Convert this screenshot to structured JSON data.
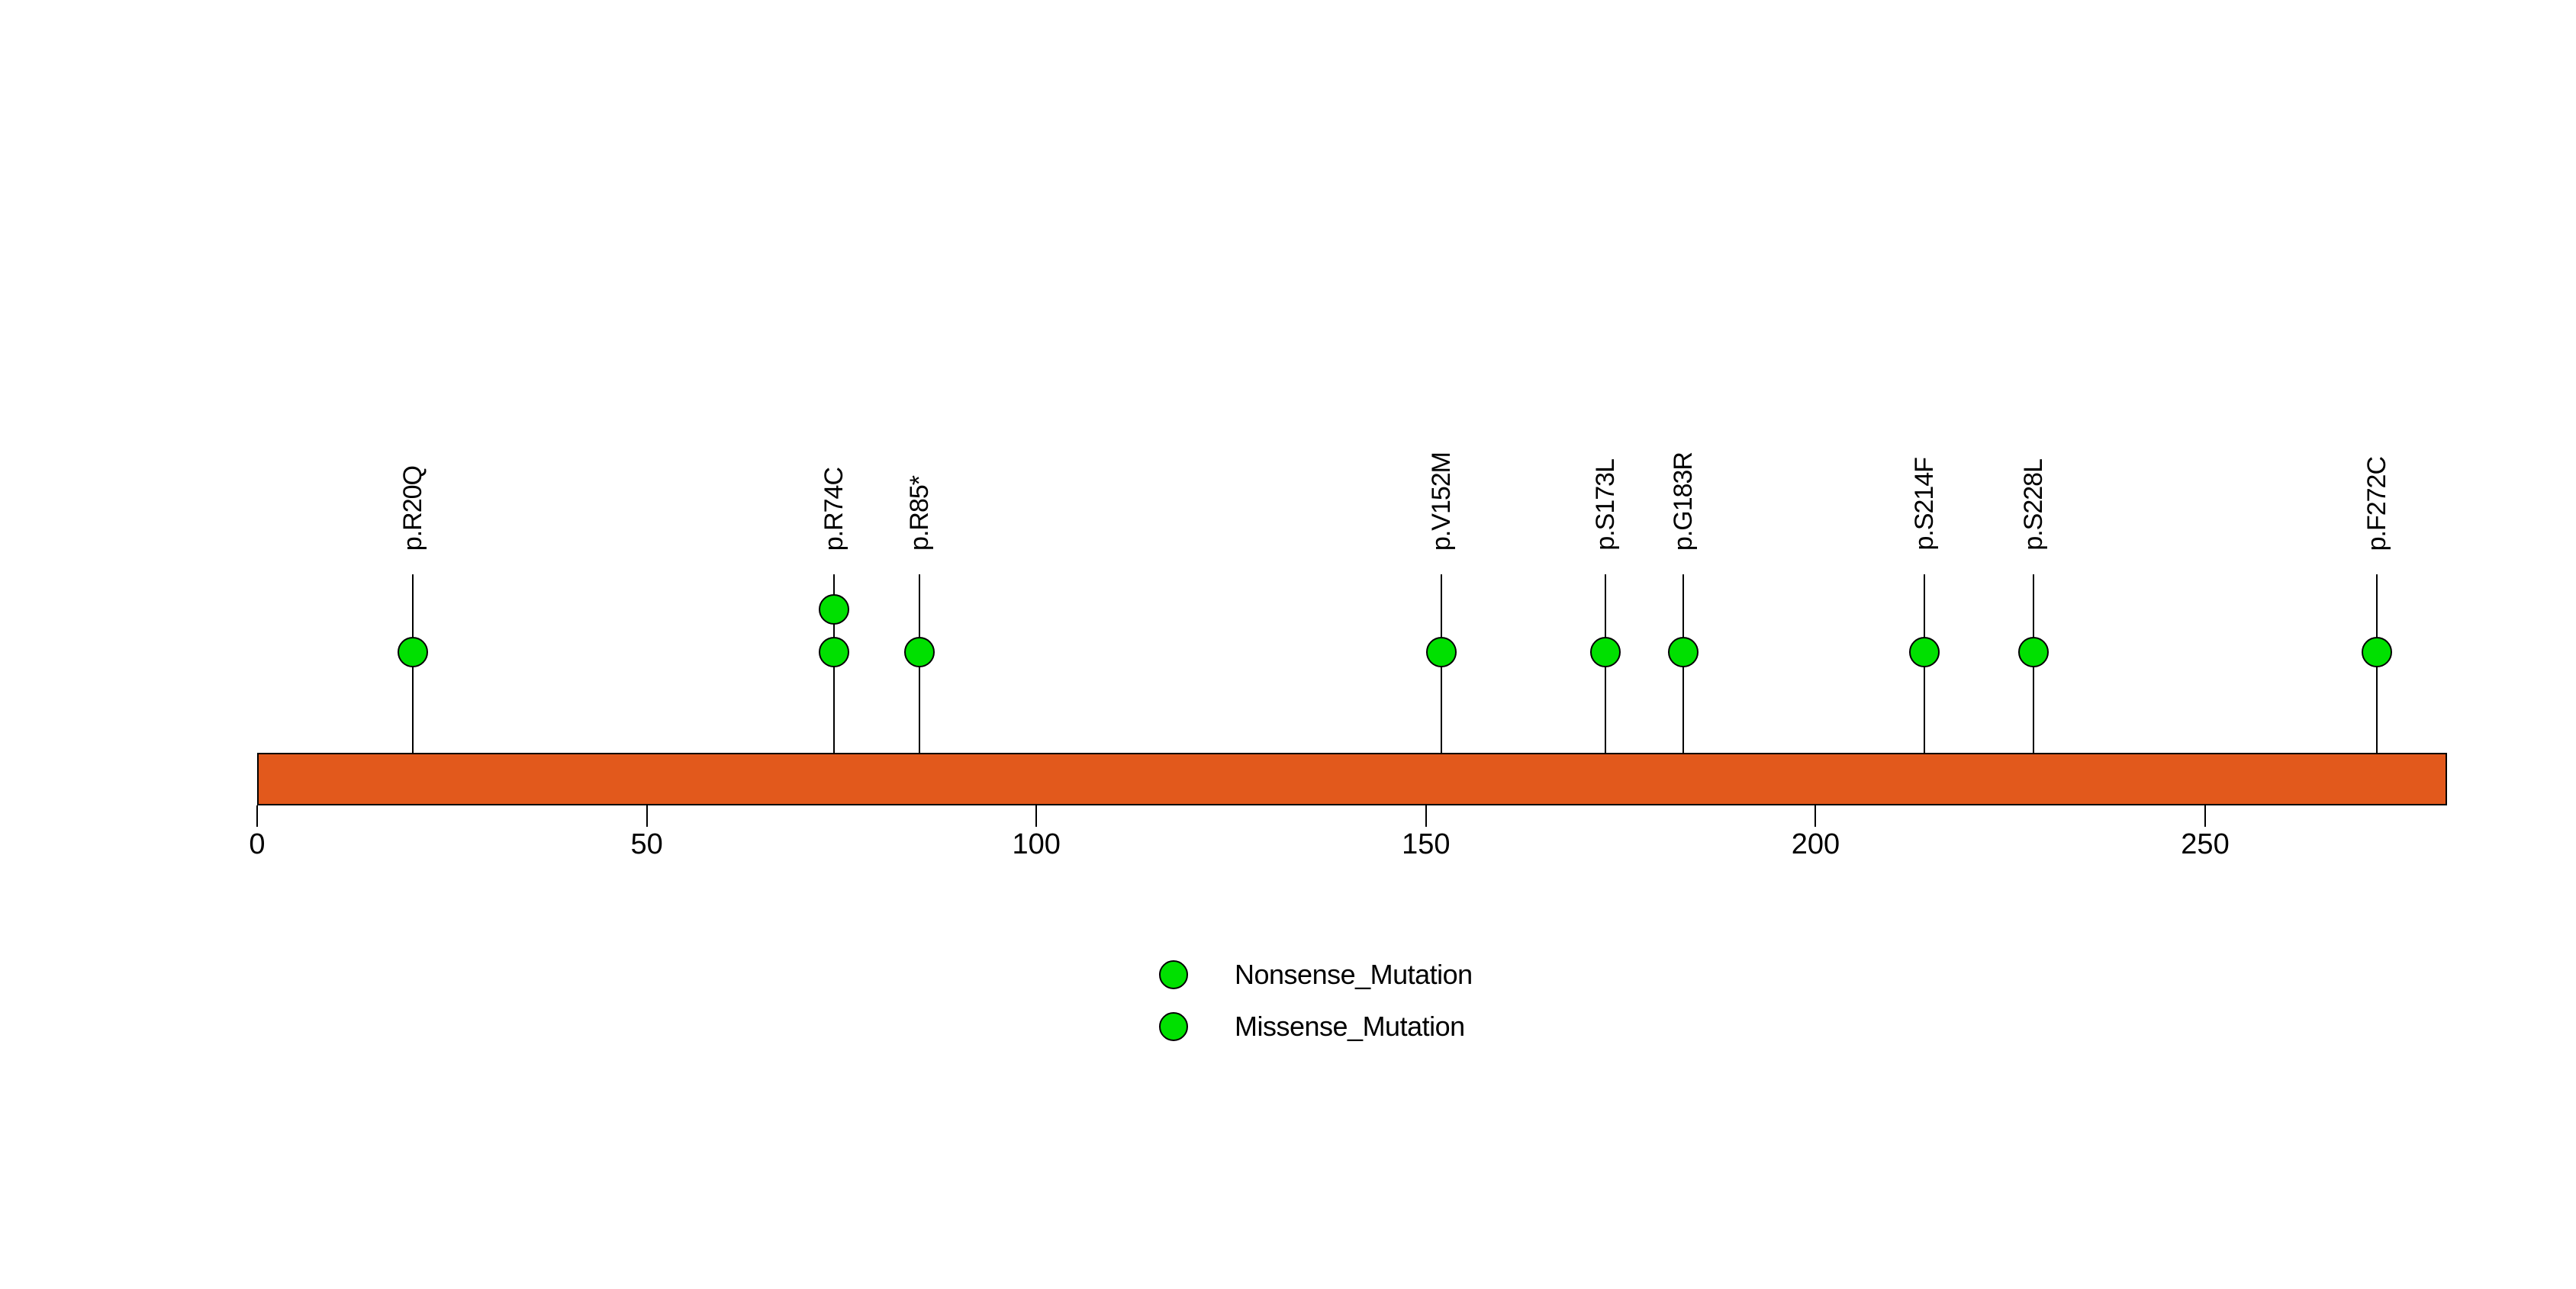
{
  "chart_data": {
    "type": "lollipop",
    "title": "",
    "xlabel": "",
    "ylabel": "",
    "axis_ticks": [
      0,
      50,
      100,
      150,
      200,
      250
    ],
    "protein_bar": {
      "start": 0,
      "end": 281,
      "color": "#E2591C"
    },
    "marker_color": "#00E000",
    "mutations": [
      {
        "label": "p.R20Q",
        "position": 20,
        "count": 1,
        "type": "Missense_Mutation"
      },
      {
        "label": "p.R74C",
        "position": 74,
        "count": 2,
        "type": "Missense_Mutation"
      },
      {
        "label": "p.R85*",
        "position": 85,
        "count": 1,
        "type": "Nonsense_Mutation"
      },
      {
        "label": "p.V152M",
        "position": 152,
        "count": 1,
        "type": "Missense_Mutation"
      },
      {
        "label": "p.S173L",
        "position": 173,
        "count": 1,
        "type": "Missense_Mutation"
      },
      {
        "label": "p.G183R",
        "position": 183,
        "count": 1,
        "type": "Missense_Mutation"
      },
      {
        "label": "p.S214F",
        "position": 214,
        "count": 1,
        "type": "Missense_Mutation"
      },
      {
        "label": "p.S228L",
        "position": 228,
        "count": 1,
        "type": "Missense_Mutation"
      },
      {
        "label": "p.F272C",
        "position": 272,
        "count": 1,
        "type": "Missense_Mutation"
      }
    ],
    "legend": {
      "position": "bottom-center",
      "items": [
        {
          "label": "Nonsense_Mutation",
          "color": "#00E000"
        },
        {
          "label": "Missense_Mutation",
          "color": "#00E000"
        }
      ]
    }
  }
}
